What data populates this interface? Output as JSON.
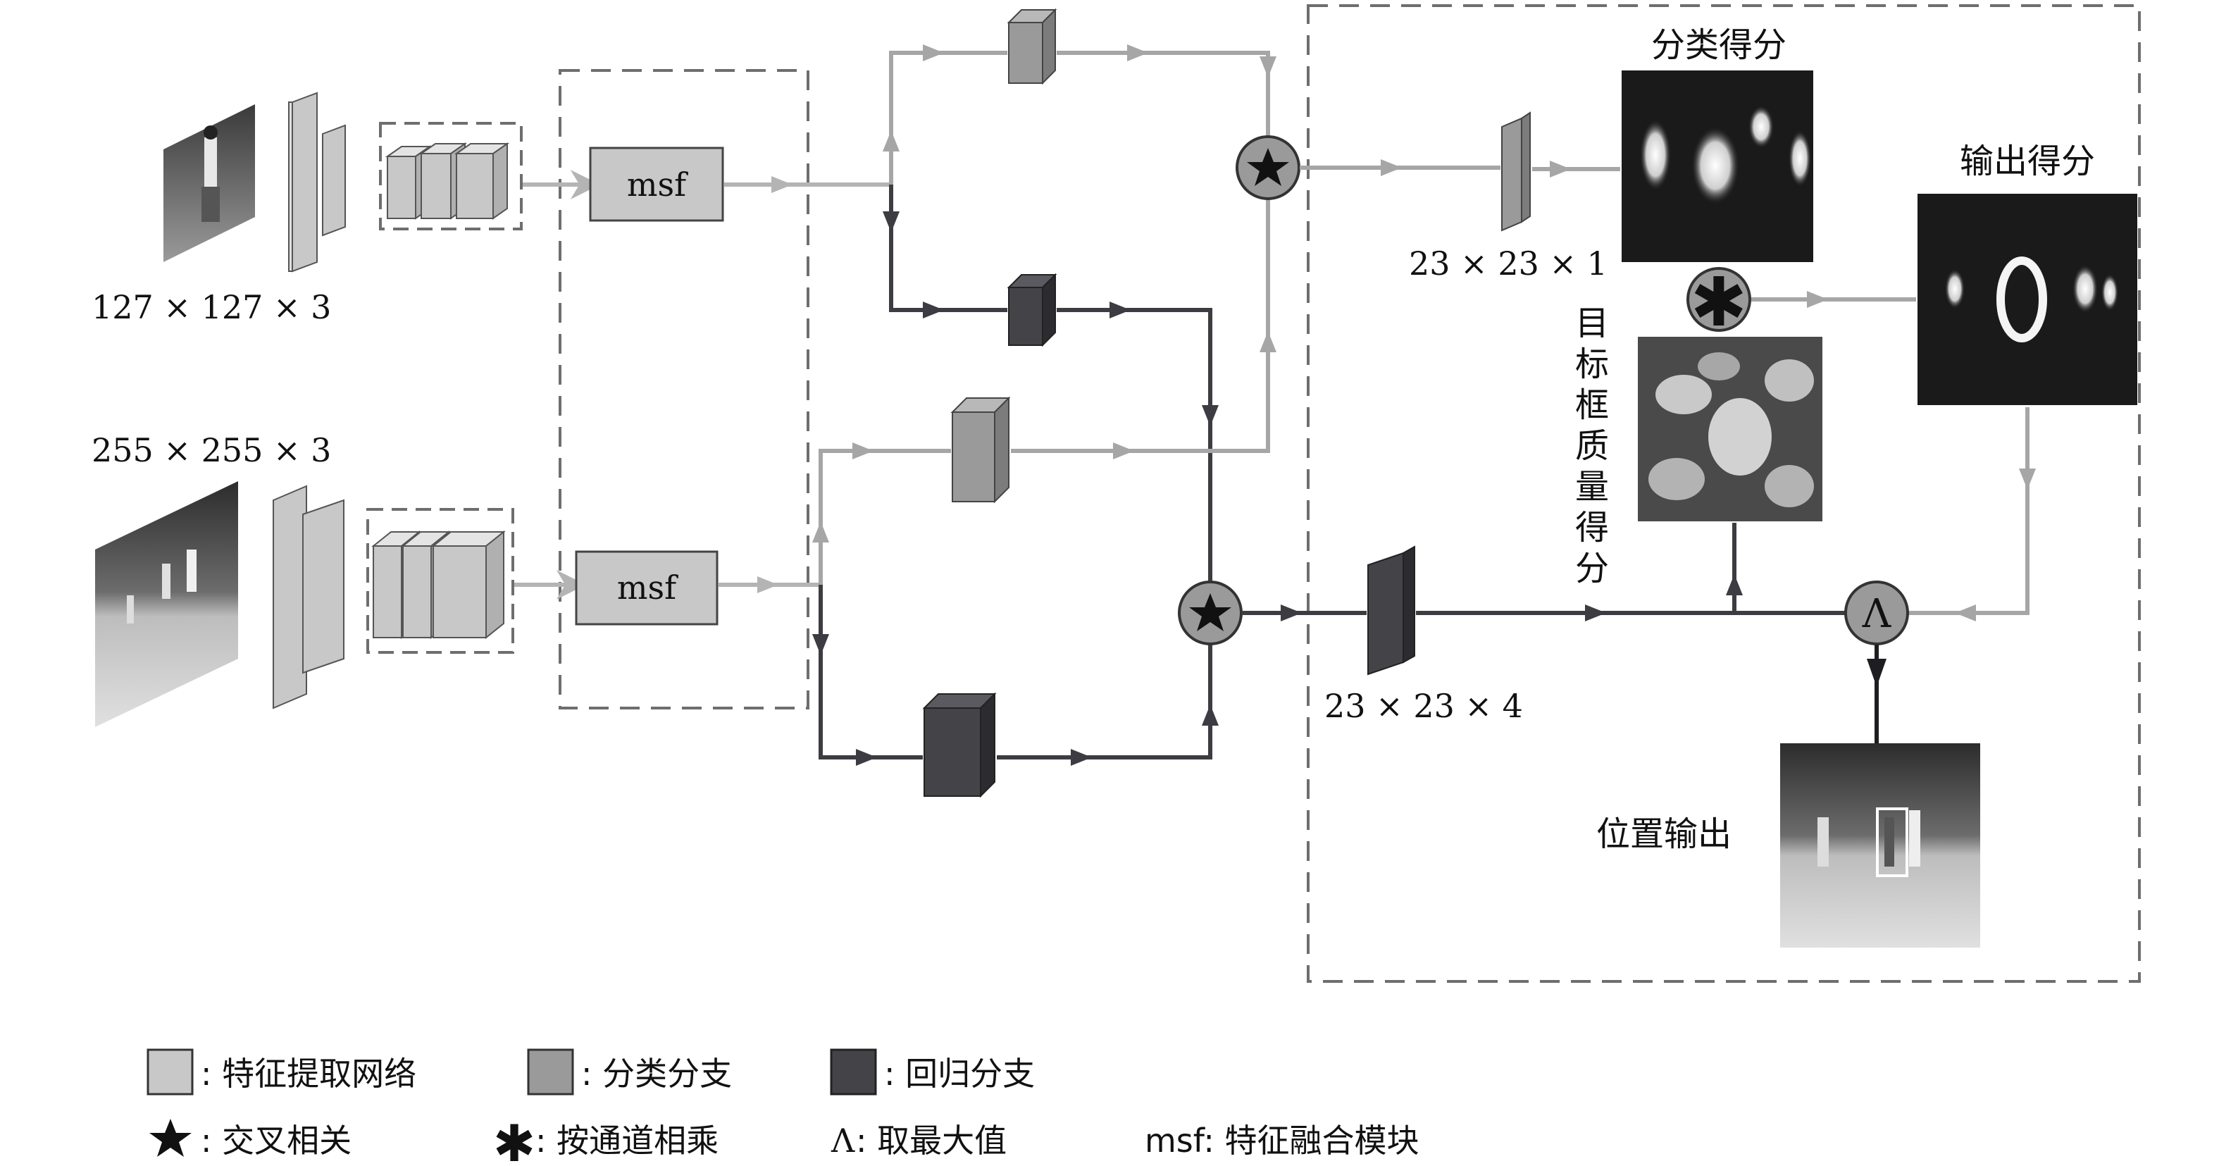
{
  "colors": {
    "feature": "#c8c8c8",
    "classification": "#9a9a9a",
    "regression": "#444448",
    "light_line": "#b4b4b4",
    "mid_line": "#a6a6a6",
    "dark_line": "#3c3c42",
    "dashed": "#6e6e6e"
  },
  "inputs": {
    "template_size": "127 × 127 × 3",
    "search_size": "255 × 255 × 3"
  },
  "modules": {
    "msf_top": "msf",
    "msf_bottom": "msf"
  },
  "head": {
    "cls_size": "23 × 23 × 1",
    "reg_size": "23 × 23 × 4",
    "cls_score": "分类得分",
    "output_score": "输出得分",
    "quality_score": [
      "目",
      "标",
      "框",
      "质",
      "量",
      "得",
      "分"
    ],
    "position_output": "位置输出",
    "max_symbol": "Λ"
  },
  "legend": {
    "feature": ": 特征提取网络",
    "classification": ": 分类分支",
    "regression": ": 回归分支",
    "xcorr": ": 交叉相关",
    "channel_mul": ": 按通道相乘",
    "max_symbol": "Λ",
    "max": ": 取最大值",
    "msf": "msf: 特征融合模块"
  }
}
